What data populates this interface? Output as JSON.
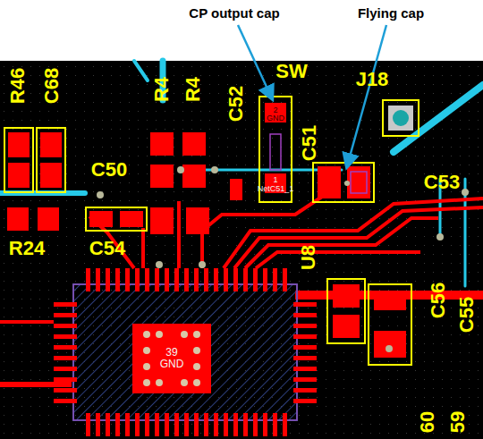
{
  "diagram": {
    "nodes": [
      {
        "text": [
          "39",
          "GND"
        ]
      }
    ],
    "labels": [
      "CP output cap",
      "Flying cap",
      "R46",
      "C68",
      "R4",
      "R4",
      "C52",
      "SW",
      "J18",
      "C51",
      "C53",
      "C50",
      "R24",
      "C54",
      "U8",
      "C56",
      "C55",
      "2",
      "GND",
      "1",
      "NetC51_1",
      "60",
      "59"
    ]
  }
}
